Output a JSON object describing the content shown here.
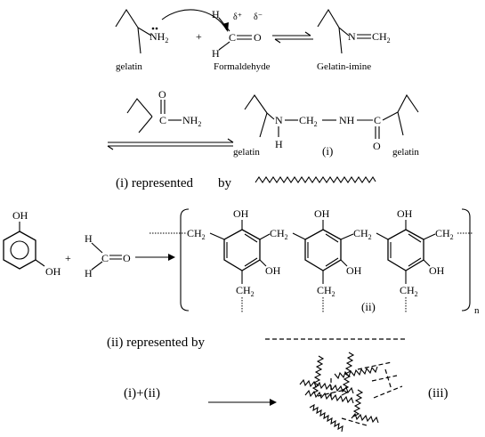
{
  "reaction1": {
    "nh2_label": "NH",
    "nh2_sub": "2",
    "plus": "+",
    "h_top": "H",
    "h_bottom": "H",
    "carbon": "C",
    "oxygen": "O",
    "delta_plus": "δ⁺",
    "delta_minus": "δ⁻",
    "gelatin_label": "gelatin",
    "formaldehyde_label": "Formaldehyde",
    "imine_n": "N",
    "imine_ch2": "CH",
    "imine_sub": "2",
    "imine_label": "Gelatin-imine"
  },
  "reaction2": {
    "amide_c": "C",
    "amide_nh2": "NH",
    "amide_sub": "2",
    "amide_o": "O",
    "left_n": "N",
    "left_h": "H",
    "ch2": "CH",
    "ch2_sub": "2",
    "nh": "NH",
    "right_c": "C",
    "right_o": "O",
    "gelatin_left": "gelatin",
    "gelatin_right": "gelatin",
    "product_label": "(i)"
  },
  "represent1": {
    "text": "(i) represented",
    "by": "by"
  },
  "reaction3": {
    "oh_top": "OH",
    "oh_bottom": "OH",
    "plus": "+",
    "h_top": "H",
    "h_bottom": "H",
    "carbon": "C",
    "oxygen": "O",
    "ch2_a": "CH",
    "ch2_b": "CH",
    "ch2_c": "CH",
    "ch2_d": "CH",
    "ch2_e": "CH",
    "ch2_f": "CH",
    "sub2": "2",
    "oh1": "OH",
    "oh2": "OH",
    "oh3": "OH",
    "oh4": "OH",
    "oh5": "OH",
    "oh6": "OH",
    "product_label": "(ii)",
    "n": "n"
  },
  "represent2": {
    "text": "(ii) represented by"
  },
  "reaction4": {
    "reactants": "(i)+(ii)",
    "product_label": "(iii)"
  }
}
